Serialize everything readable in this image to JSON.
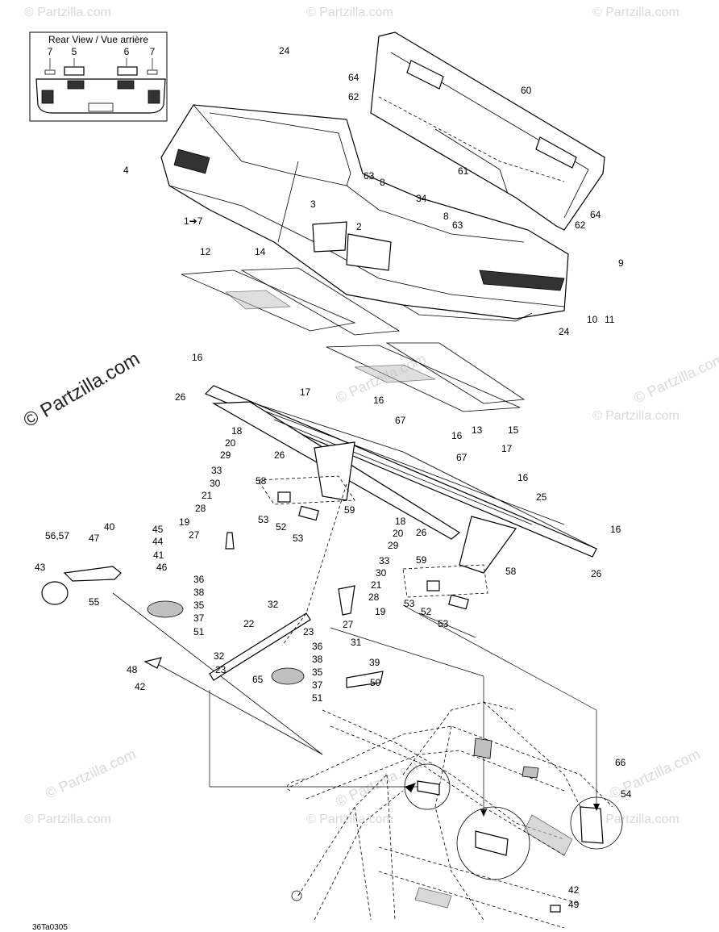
{
  "inset_title": "Rear View / Vue arrière",
  "inset_labels": [
    "7",
    "5",
    "6",
    "7"
  ],
  "watermark": "© Partzilla.com",
  "drawing_code": "36Ta0305",
  "part_labels": [
    "24",
    "64",
    "60",
    "62",
    "4",
    "1➔7",
    "63",
    "8",
    "61",
    "34",
    "8",
    "63",
    "64",
    "62",
    "9",
    "3",
    "2",
    "12",
    "14",
    "10",
    "11",
    "24",
    "16",
    "26",
    "17",
    "16",
    "13",
    "15",
    "18",
    "20",
    "29",
    "67",
    "16",
    "67",
    "17",
    "16",
    "26",
    "58",
    "33",
    "30",
    "21",
    "28",
    "19",
    "27",
    "53",
    "52",
    "53",
    "59",
    "18",
    "20",
    "29",
    "25",
    "16",
    "26",
    "33",
    "30",
    "21",
    "28",
    "19",
    "27",
    "56,57",
    "43",
    "40",
    "47",
    "45",
    "44",
    "41",
    "46",
    "55",
    "36",
    "38",
    "35",
    "37",
    "51",
    "59",
    "58",
    "26",
    "53",
    "52",
    "53",
    "32",
    "22",
    "23",
    "31",
    "39",
    "32",
    "36",
    "38",
    "35",
    "37",
    "51",
    "23",
    "65",
    "48",
    "42",
    "50",
    "66",
    "54",
    "42",
    "49"
  ]
}
